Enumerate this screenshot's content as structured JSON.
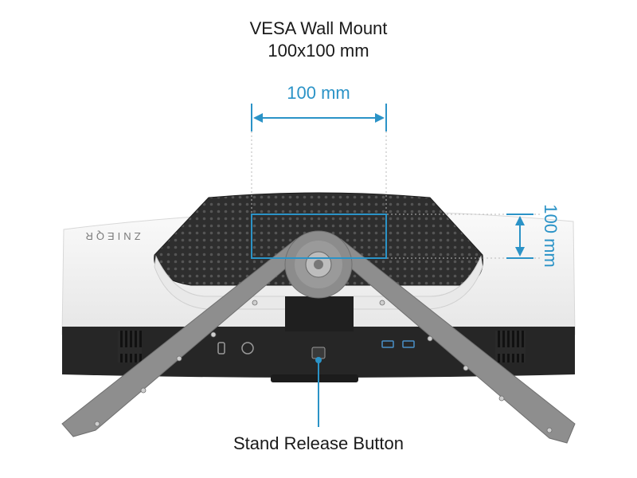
{
  "heading": {
    "line1": "VESA Wall Mount",
    "line2": "100x100 mm"
  },
  "dimensions": {
    "horizontal_label": "100 mm",
    "vertical_label": "100 mm"
  },
  "callout": {
    "label": "Stand Release Button"
  },
  "brand_mark": "ZNIEQR",
  "colors": {
    "accent": "#2b93c7",
    "monitor_shell": "#f4f4f4",
    "grille": "#2e2e2e",
    "stand": "#8e8e8e",
    "text": "#1a1a1a"
  }
}
